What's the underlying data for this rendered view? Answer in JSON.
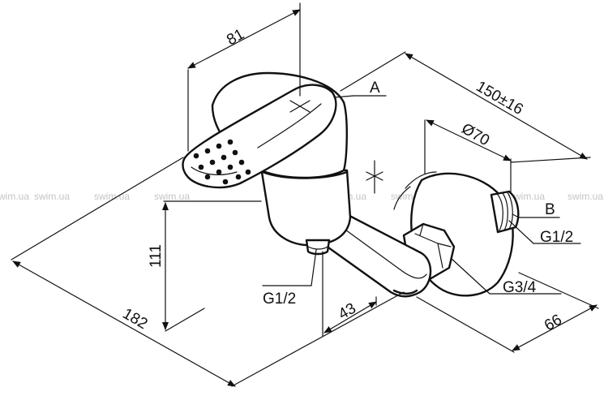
{
  "watermark": "swim.ua",
  "dimensions": {
    "width_top": "81",
    "length_overall": "150±16",
    "diameter_flange": "Ø70",
    "height": "111",
    "depth": "182",
    "spout_offset": "43",
    "flange_depth": "66"
  },
  "callouts": {
    "a": "A",
    "b": "B",
    "outlet_thread": "G1/2",
    "inlet_thread_b": "G1/2",
    "wall_thread": "G3/4"
  }
}
